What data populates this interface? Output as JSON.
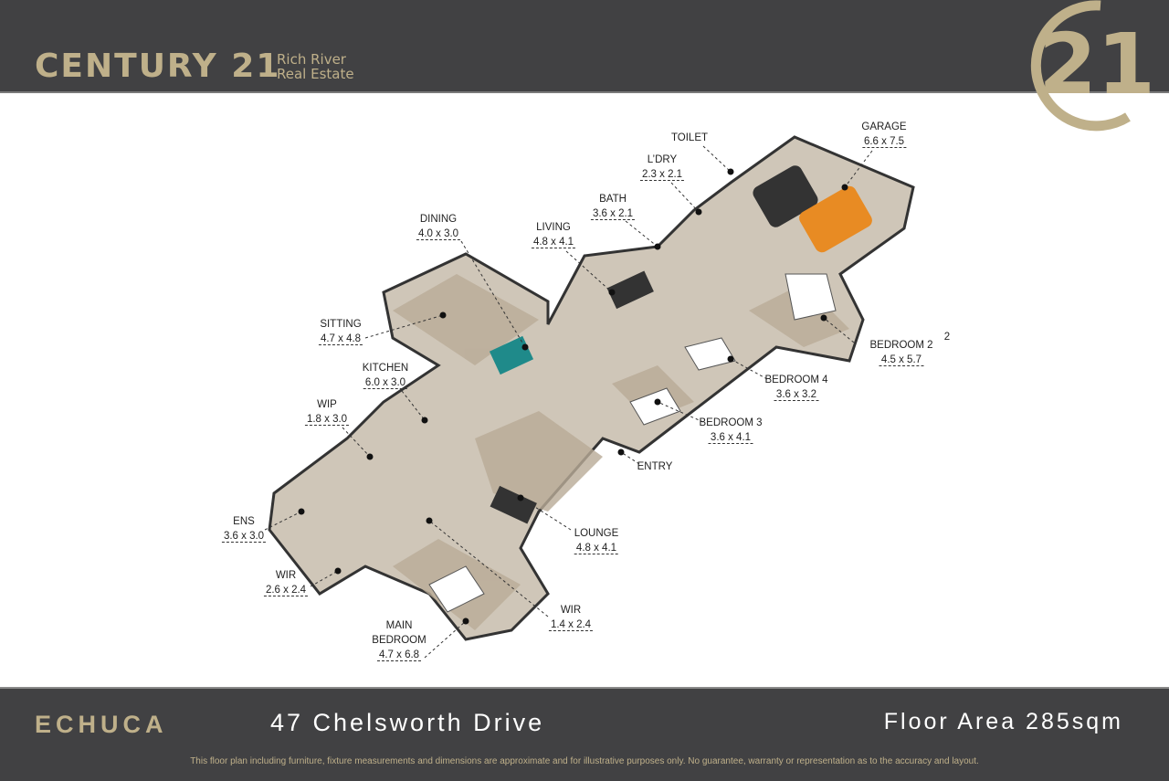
{
  "header": {
    "brand": "CENTURY 21",
    "brand_sub_line1": "Rich River",
    "brand_sub_line2": "Real Estate",
    "logo_text": "21",
    "brand_color": "#bfb08a",
    "background": "#414143"
  },
  "rooms": [
    {
      "name": "TOILET",
      "dims": ""
    },
    {
      "name": "GARAGE",
      "dims": "6.6 x 7.5"
    },
    {
      "name": "L’DRY",
      "dims": "2.3 x 2.1"
    },
    {
      "name": "BATH",
      "dims": "3.6 x 2.1"
    },
    {
      "name": "DINING",
      "dims": "4.0 x 3.0"
    },
    {
      "name": "LIVING",
      "dims": "4.8 x 4.1"
    },
    {
      "name": "SITTING",
      "dims": "4.7 x 4.8"
    },
    {
      "name": "BEDROOM 2",
      "dims": "4.5 x 5.7"
    },
    {
      "name": "KITCHEN",
      "dims": "6.0 x 3.0"
    },
    {
      "name": "BEDROOM 4",
      "dims": "3.6 x 3.2"
    },
    {
      "name": "WIP",
      "dims": "1.8 x 3.0"
    },
    {
      "name": "BEDROOM 3",
      "dims": "3.6 x 4.1"
    },
    {
      "name": "ENTRY",
      "dims": ""
    },
    {
      "name": "ENS",
      "dims": "3.6 x 3.0"
    },
    {
      "name": "LOUNGE",
      "dims": "4.8 x 4.1"
    },
    {
      "name": "WIR",
      "dims": "2.6 x 2.4"
    },
    {
      "name": "WIR",
      "dims": "1.4 x 2.4"
    },
    {
      "name": "MAIN BEDROOM",
      "dims": "4.7 x 6.8"
    }
  ],
  "stray_mark": "2",
  "footer": {
    "town": "ECHUCA",
    "address": "47 Chelsworth Drive",
    "floor_area": "Floor Area 285sqm",
    "disclaimer": "This floor plan including furniture, fixture measurements and dimensions are approximate and for illustrative purposes only. No guarantee, warranty or representation as to the accuracy and layout."
  }
}
